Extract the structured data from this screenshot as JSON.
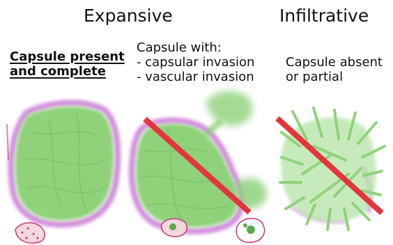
{
  "headings": {
    "expansive": "Expansive",
    "infiltrative": "Infiltrative"
  },
  "panels": [
    {
      "lines": [
        "Capsule present",
        "and complete"
      ]
    },
    {
      "lines": [
        "Capsule with:",
        " - capsular invasion",
        " - vascular invasion"
      ]
    },
    {
      "lines": [
        "Capsule absent",
        "or partial"
      ]
    }
  ],
  "colors": {
    "tumor": "#8fd27a",
    "tumor_dark": "#5da84f",
    "capsule": "#c56dd3",
    "strike": "#e2353c",
    "vessel": "#c73a6a"
  }
}
